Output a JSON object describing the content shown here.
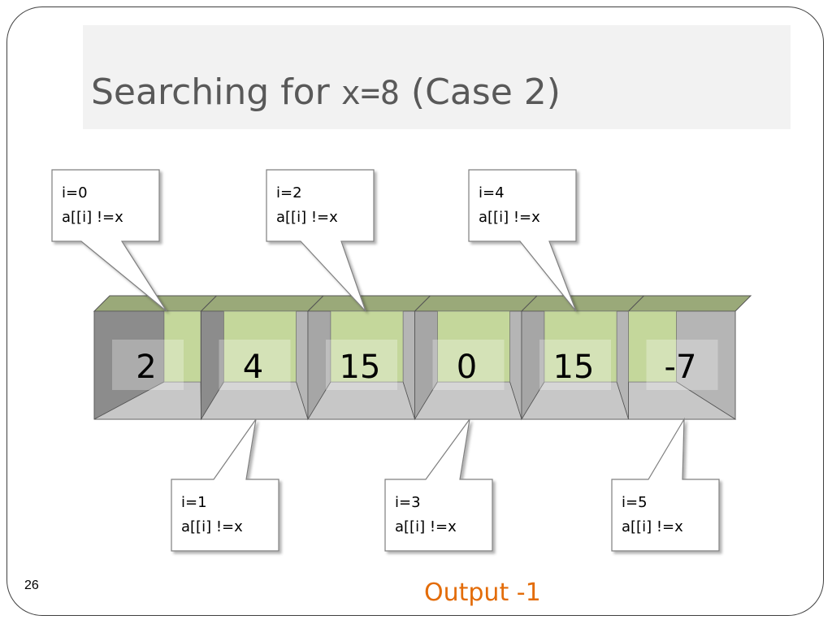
{
  "slide": {
    "title_prefix": "Searching for ",
    "title_code": "x=8",
    "title_suffix": " (Case 2)",
    "page_number": "26",
    "output": "Output -1"
  },
  "colors": {
    "title_text": "#595959",
    "cell_fill": "#c0c0c0",
    "highlight": "#c4d79b",
    "top_face": "#9aa979",
    "output_text": "#e36c09"
  },
  "array": [
    {
      "index": 0,
      "value": "2"
    },
    {
      "index": 1,
      "value": "4"
    },
    {
      "index": 2,
      "value": "15"
    },
    {
      "index": 3,
      "value": "0"
    },
    {
      "index": 4,
      "value": "15"
    },
    {
      "index": 5,
      "value": "-7"
    }
  ],
  "callouts": [
    {
      "index_label": "i=0",
      "check_label": "a[[i] !=x"
    },
    {
      "index_label": "i=1",
      "check_label": "a[[i] !=x"
    },
    {
      "index_label": "i=2",
      "check_label": "a[[i] !=x"
    },
    {
      "index_label": "i=3",
      "check_label": "a[[i] !=x"
    },
    {
      "index_label": "i=4",
      "check_label": "a[[i] !=x"
    },
    {
      "index_label": "i=5",
      "check_label": "a[[i] !=x"
    }
  ]
}
